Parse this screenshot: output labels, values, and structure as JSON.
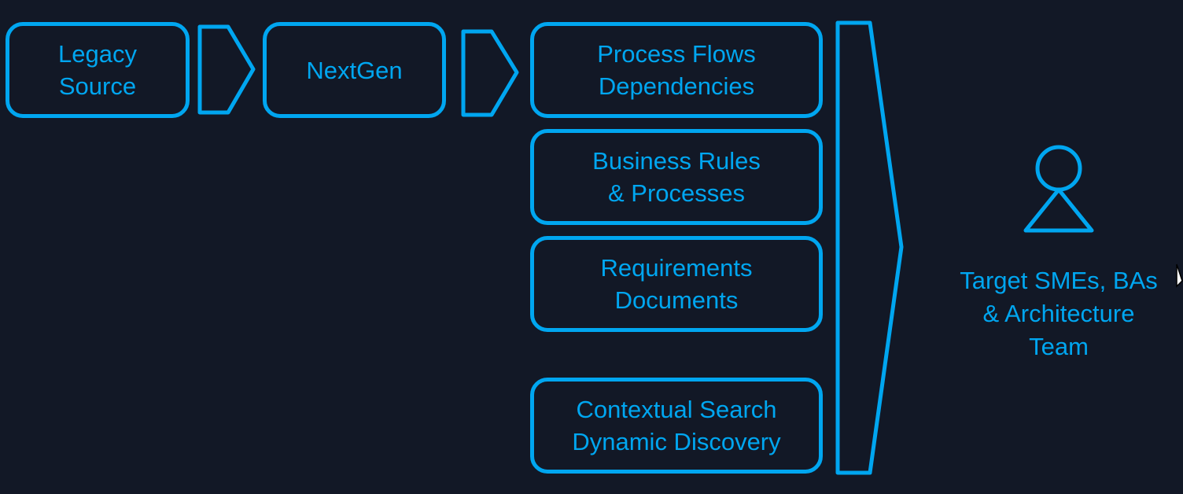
{
  "colors": {
    "background": "#121826",
    "accent": "#00A6F0"
  },
  "source_nodes": {
    "legacy_source": {
      "line1": "Legacy",
      "line2": "Source"
    },
    "nextgen": {
      "label": "NextGen"
    }
  },
  "outputs": [
    {
      "line1": "Process Flows",
      "line2": "Dependencies"
    },
    {
      "line1": "Business Rules",
      "line2": "& Processes"
    },
    {
      "line1": "Requirements",
      "line2": "Documents"
    },
    {
      "line1": "Contextual Search",
      "line2": "Dynamic Discovery"
    }
  ],
  "audience": {
    "icon": "person-icon",
    "line1": "Target SMEs, BAs",
    "line2": "& Architecture",
    "line3": "Team"
  }
}
